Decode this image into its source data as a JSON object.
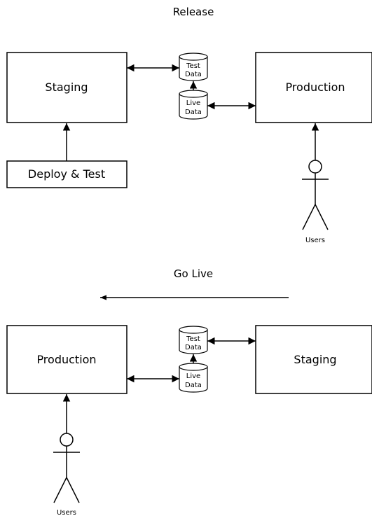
{
  "release": {
    "title": "Release",
    "left_box": "Staging",
    "right_box": "Production",
    "bottom_box": "Deploy & Test",
    "db_top": [
      "Test",
      "Data"
    ],
    "db_bottom": [
      "Live",
      "Data"
    ],
    "actor_label": "Users"
  },
  "golive": {
    "title": "Go Live",
    "left_box": "Production",
    "right_box": "Staging",
    "db_top": [
      "Test",
      "Data"
    ],
    "db_bottom": [
      "Live",
      "Data"
    ],
    "actor_label": "Users"
  }
}
